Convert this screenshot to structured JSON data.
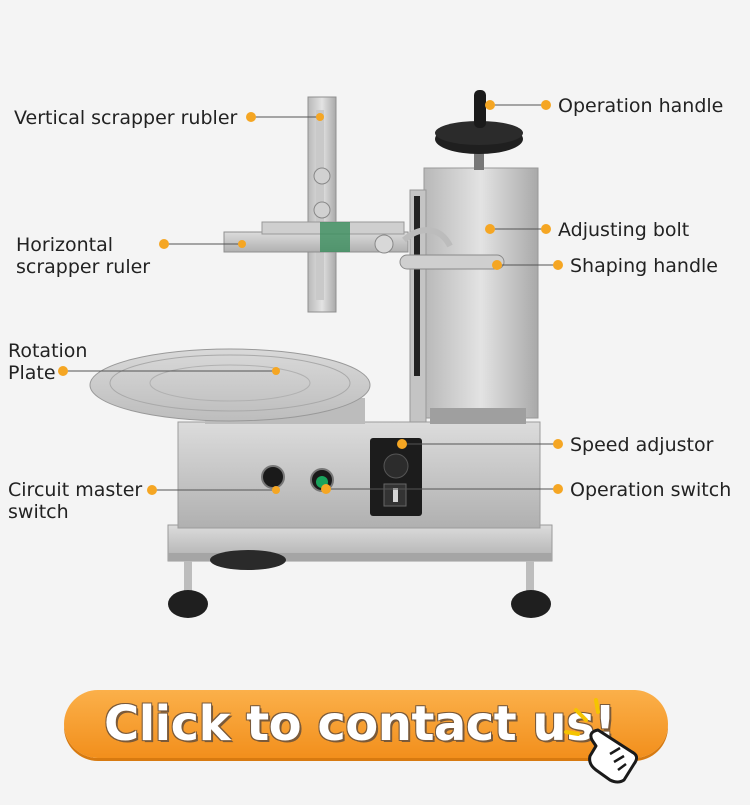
{
  "labels": {
    "vertical_ruler": "Vertical scrapper rubler",
    "horizontal_ruler_1": "Horizontal",
    "horizontal_ruler_2": "scrapper ruler",
    "rotation_plate_1": "Rotation",
    "rotation_plate_2": "Plate",
    "circuit_switch_1": "Circuit master",
    "circuit_switch_2": "switch",
    "operation_handle": "Operation handle",
    "adjusting_bolt": "Adjusting bolt",
    "shaping_handle": "Shaping handle",
    "speed_adjustor": "Speed adjustor",
    "operation_switch": "Operation switch"
  },
  "cta": {
    "text": "Click to contact us!"
  },
  "colors": {
    "accent": "#f5a623",
    "cta_orange": "#f39a25",
    "steel": "#c9c9c9",
    "panel": "#1c1c1c",
    "switch_green": "#19a35c"
  }
}
